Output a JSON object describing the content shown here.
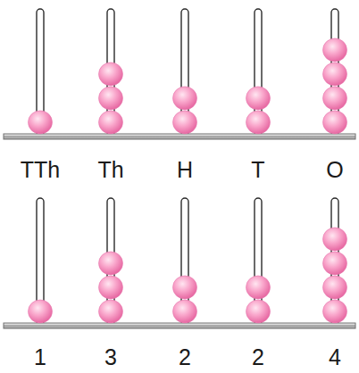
{
  "diagram": {
    "labels": [
      "TTh",
      "Th",
      "H",
      "T",
      "O",
      "1",
      "3",
      "2",
      "2",
      "4"
    ]
  }
}
